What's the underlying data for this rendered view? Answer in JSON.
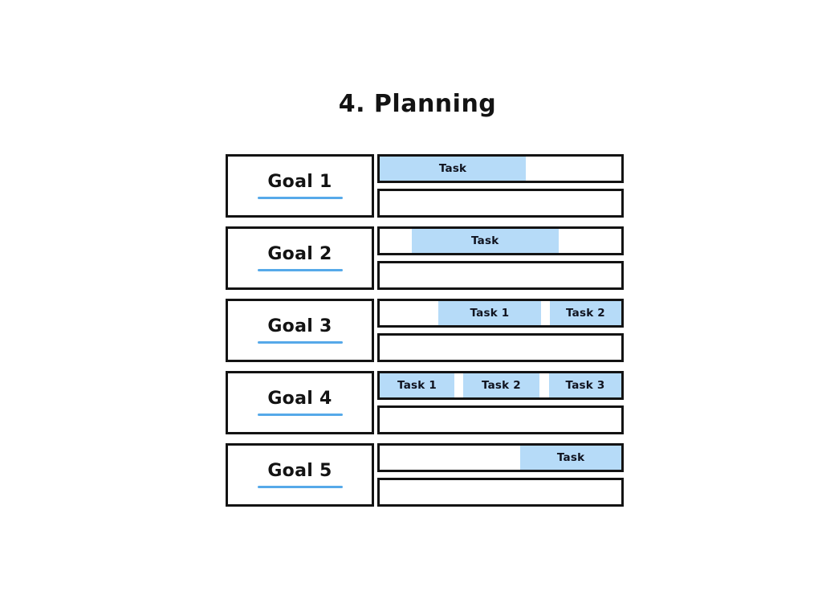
{
  "title": "4. Planning",
  "colors": {
    "background": "#ffffff",
    "border": "#131313",
    "task_fill": "#b6dbf8",
    "underline": "#56a9e9",
    "text": "#131313",
    "task_text": "#10131f"
  },
  "rows": [
    {
      "goal": "Goal 1",
      "tasks": [
        {
          "label": "Task",
          "left_pct": 0,
          "width_pct": 60.5
        }
      ]
    },
    {
      "goal": "Goal 2",
      "tasks": [
        {
          "label": "Task",
          "left_pct": 13.2,
          "width_pct": 60.8
        }
      ]
    },
    {
      "goal": "Goal 3",
      "tasks": [
        {
          "label": "Task 1",
          "left_pct": 24.3,
          "width_pct": 42.4
        },
        {
          "label": "Task 2",
          "left_pct": 70.4,
          "width_pct": 29.6
        }
      ]
    },
    {
      "goal": "Goal 4",
      "tasks": [
        {
          "label": "Task 1",
          "left_pct": 0,
          "width_pct": 30.9
        },
        {
          "label": "Task 2",
          "left_pct": 34.5,
          "width_pct": 31.6
        },
        {
          "label": "Task 3",
          "left_pct": 70.1,
          "width_pct": 29.9
        }
      ]
    },
    {
      "goal": "Goal 5",
      "tasks": [
        {
          "label": "Task",
          "left_pct": 58.2,
          "width_pct": 41.8
        }
      ]
    }
  ]
}
